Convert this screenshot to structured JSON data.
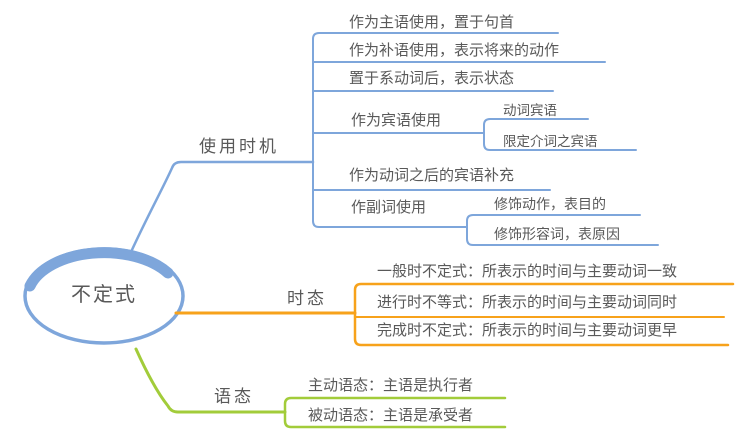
{
  "title": "不定式思维导图",
  "colors": {
    "blue": "#7EA6DB",
    "orange": "#F7A21B",
    "green": "#A2CC3A",
    "text": "#595959",
    "background": "#FFFFFF"
  },
  "root": {
    "label": "不定式"
  },
  "branches": [
    {
      "label": "使用时机",
      "color": "#7EA6DB",
      "children": [
        {
          "label": "作为主语使用，置于句首"
        },
        {
          "label": "作为补语使用，表示将来的动作"
        },
        {
          "label": "置于系动词后，表示状态"
        },
        {
          "label": "作为宾语使用",
          "children": [
            {
              "label": "动词宾语"
            },
            {
              "label": "限定介词之宾语"
            }
          ]
        },
        {
          "label": "作为动词之后的宾语补充"
        },
        {
          "label": "作副词使用",
          "children": [
            {
              "label": "修饰动作，表目的"
            },
            {
              "label": "修饰形容词，表原因"
            }
          ]
        }
      ]
    },
    {
      "label": "时态",
      "color": "#F7A21B",
      "children": [
        {
          "label": "一般时不定式：所表示的时间与主要动词一致"
        },
        {
          "label": "进行时不等式：所表示的时间与主要动词同时"
        },
        {
          "label": "完成时不定式：所表示的时间与主要动词更早"
        }
      ]
    },
    {
      "label": "语态",
      "color": "#A2CC3A",
      "children": [
        {
          "label": "主动语态：主语是执行者"
        },
        {
          "label": "被动语态：主语是承受者"
        }
      ]
    }
  ]
}
